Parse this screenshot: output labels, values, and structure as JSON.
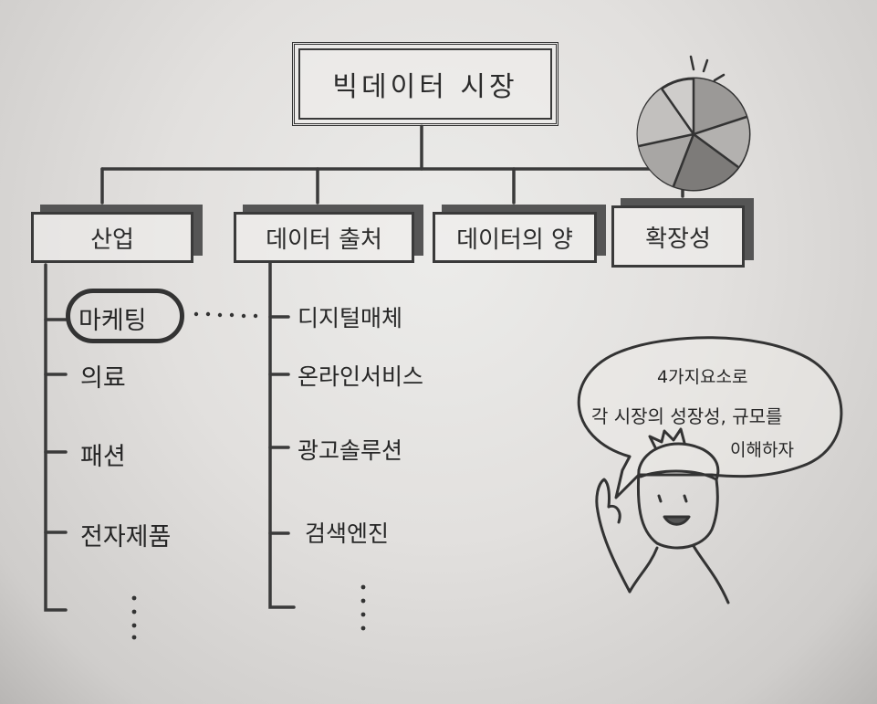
{
  "root": {
    "label": "빅데이터 시장"
  },
  "categories": [
    {
      "label": "산업"
    },
    {
      "label": "데이터 출처"
    },
    {
      "label": "데이터의 양"
    },
    {
      "label": "확장성"
    }
  ],
  "industry_items": [
    "마케팅",
    "의료",
    "패션",
    "전자제품"
  ],
  "source_items": [
    "디지털매체",
    "온라인서비스",
    "광고솔루션",
    "검색엔진"
  ],
  "ellipsis": "…",
  "speech_bubble": {
    "line1": "4가지요소로",
    "line2": "각 시장의 성장성, 규모를",
    "line3": "이해하자"
  },
  "highlighted_item": "마케팅",
  "colors": {
    "ink": "#2b2b2b",
    "paper": "#e6e4e2",
    "box_shadow": "#555555"
  }
}
